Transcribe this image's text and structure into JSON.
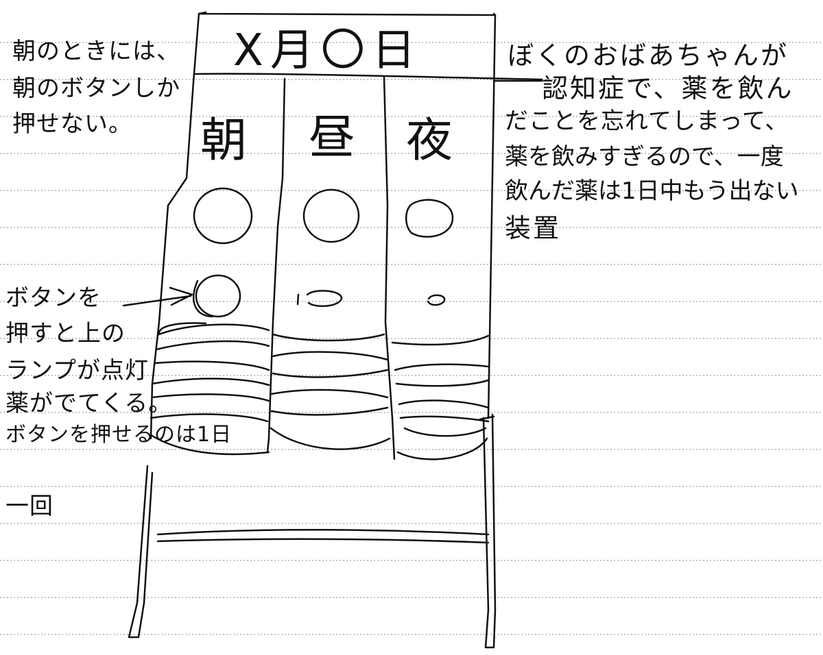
{
  "device": {
    "date_header": "X月〇日",
    "columns": [
      "朝",
      "昼",
      "夜"
    ]
  },
  "notes": {
    "top_left": [
      "朝のときには、",
      "朝のボタンしか",
      "押せない。"
    ],
    "left_middle": [
      "ボタンを",
      "押すと上の",
      "ランプが点灯",
      "薬がでてくる。",
      "ボタンを押せるのは1日",
      "一回"
    ],
    "right": [
      "ぼくのおばあちゃんが",
      "認知症で、薬を飲ん",
      "だことを忘れてしまって、",
      "薬を飲みすぎるので、一度",
      "飲んだ薬は1日中もう出ない",
      "装置"
    ]
  },
  "colors": {
    "ink": "#111111",
    "paper": "#ffffff",
    "rule": "#8a8a8a"
  }
}
